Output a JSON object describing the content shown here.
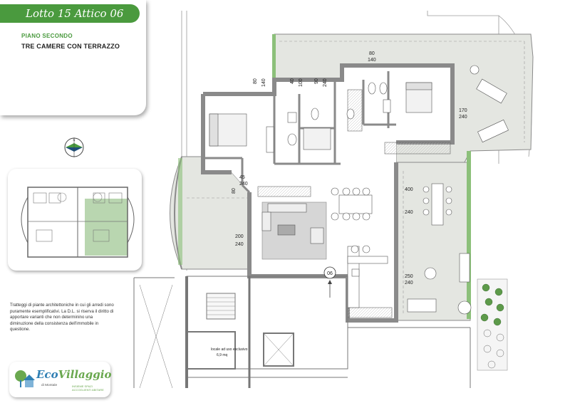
{
  "header": {
    "title": "Lotto 15 Attico 06",
    "floor": "PIANO SECONDO",
    "description": "TRE CAMERE CON TERRAZZO"
  },
  "disclaimer": "Tratteggi di piante architettoniche in cui gli arredi sono puramente esemplificativi. La D.L. si riserva il diritto di apportare varianti che non determinino una diminuzione della consistenza dell'immobile in questione.",
  "logo": {
    "name_a": "Eco",
    "name_b": "Villaggio",
    "sub": "di Montale",
    "tagline": "INSIEME SPAZI ACCOGLIENTI ABITARE"
  },
  "plan": {
    "unit_marker": "06",
    "storage_label": "locale ad uso esclusivo",
    "storage_area": "6,9 mq",
    "dims": [
      "80",
      "140",
      "40",
      "100",
      "90",
      "240",
      "80",
      "140",
      "170",
      "240",
      "45",
      "240",
      "80",
      "400",
      "240",
      "200",
      "240",
      "250",
      "240"
    ]
  },
  "colors": {
    "accent": "#4a9a3e",
    "wall": "#8a8a8a",
    "terrace": "#e4e6e1",
    "logo_blue": "#2f7fb3"
  }
}
